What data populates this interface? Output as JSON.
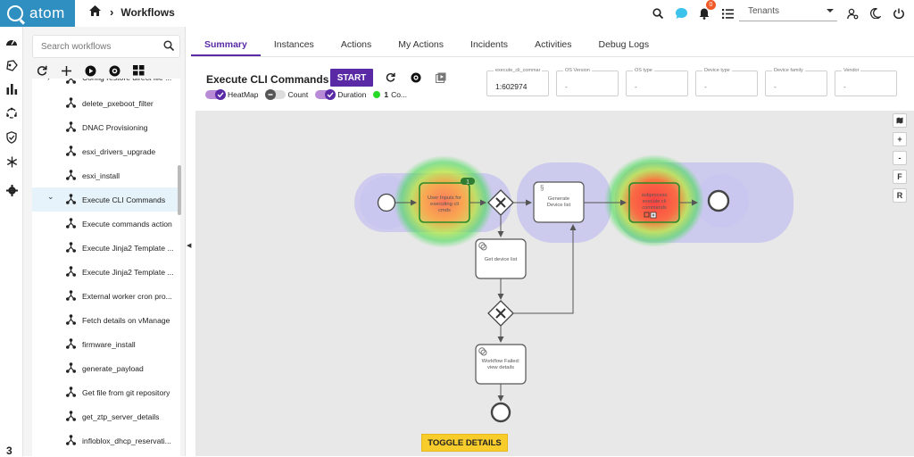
{
  "app": {
    "name": "atom"
  },
  "breadcrumb": {
    "current": "Workflows"
  },
  "topbar": {
    "notification_count": "0",
    "tenants_label": "Tenants"
  },
  "search": {
    "placeholder": "Search workflows"
  },
  "workflows": [
    {
      "label": "Config restore direct file ...",
      "expanded": false,
      "chevron": true
    },
    {
      "label": "delete_pxeboot_filter"
    },
    {
      "label": "DNAC Provisioning"
    },
    {
      "label": "esxi_drivers_upgrade"
    },
    {
      "label": "esxi_install"
    },
    {
      "label": "Execute CLI Commands",
      "selected": true,
      "chevron": true
    },
    {
      "label": "Execute commands action"
    },
    {
      "label": "Execute Jinja2 Template ..."
    },
    {
      "label": "Execute Jinja2 Template ..."
    },
    {
      "label": "External worker cron pro..."
    },
    {
      "label": "Fetch details on vManage"
    },
    {
      "label": "firmware_install"
    },
    {
      "label": "generate_payload"
    },
    {
      "label": "Get file from git repository"
    },
    {
      "label": "get_ztp_server_details"
    },
    {
      "label": "infloblox_dhcp_reservati..."
    }
  ],
  "tabs": [
    "Summary",
    "Instances",
    "Actions",
    "My Actions",
    "Incidents",
    "Activities",
    "Debug Logs"
  ],
  "active_tab": "Summary",
  "workflow": {
    "title": "Execute CLI Commands",
    "start_label": "START",
    "toggles": {
      "heatmap": {
        "label": "HeatMap",
        "on": true
      },
      "count": {
        "label": "Count",
        "on": false
      },
      "duration": {
        "label": "Duration",
        "on": true
      }
    },
    "completed_count": "1",
    "completed_label": "Co..."
  },
  "fields": [
    {
      "label": "execute_cli_commar",
      "value": "1:602974"
    },
    {
      "label": "OS Version",
      "value": "-"
    },
    {
      "label": "OS type",
      "value": "-"
    },
    {
      "label": "Device type",
      "value": "-"
    },
    {
      "label": "Device family",
      "value": "-"
    },
    {
      "label": "Vendor",
      "value": "-"
    }
  ],
  "canvas_tools": [
    "map-icon",
    "+",
    "-",
    "F",
    "R"
  ],
  "diagram": {
    "task_user_inputs": "User Inputs for executing cli cmds",
    "task_user_inputs_count": "1",
    "task_generate": "Generate Device list",
    "task_subprocess": "subprocess execute cli commands",
    "task_get_device": "Get device list",
    "task_failed": "Workflow Failed: view details"
  },
  "toggle_details_label": "TOGGLE DETAILS",
  "bottom_indicator": "3",
  "colors": {
    "brand": "#2f8fc0",
    "accent": "#5a2aa6",
    "button_yellow": "#f7cc2b",
    "badge": "#f05a28"
  }
}
